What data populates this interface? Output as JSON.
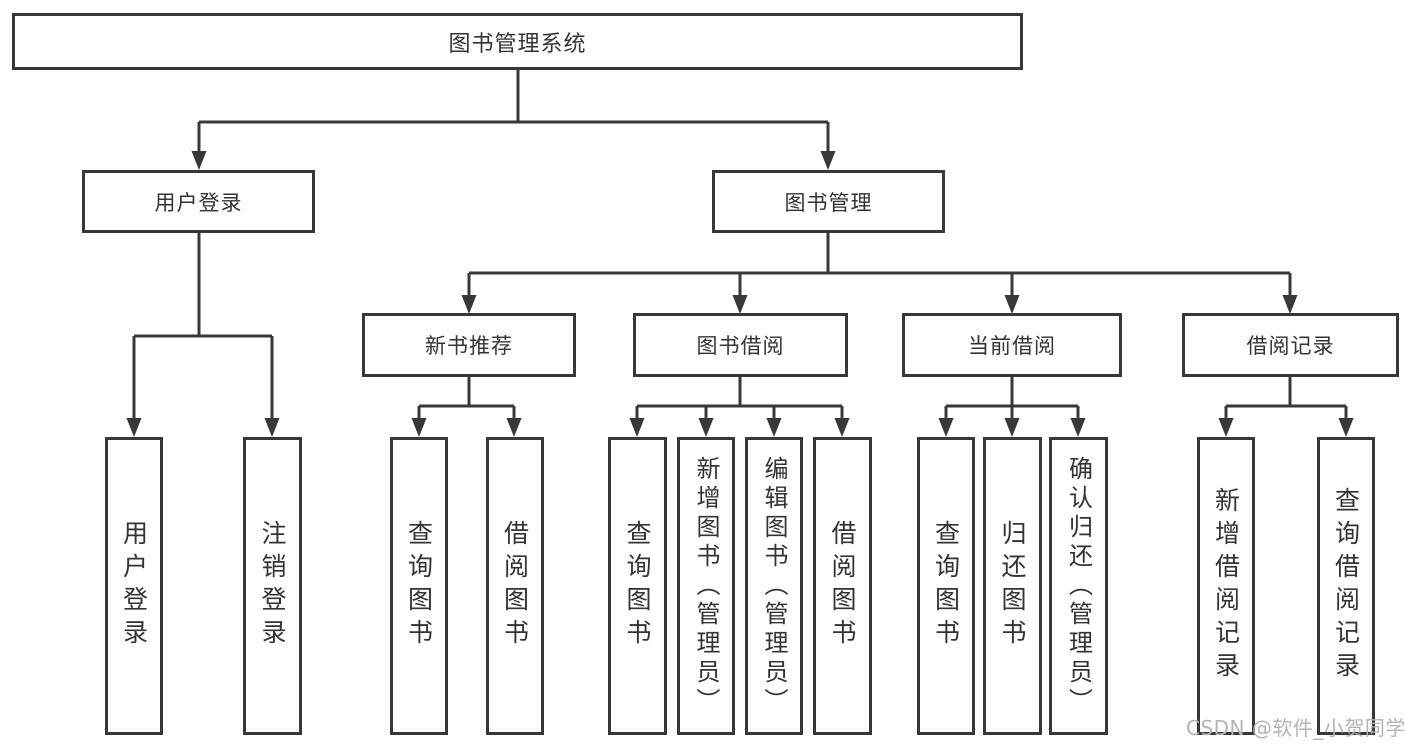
{
  "colors": {
    "background": "#ffffff",
    "line": "#383838",
    "text": "#333333",
    "watermark_text": "#b4b4b4"
  },
  "watermark": "CSDN @软件_小贺同学",
  "tree": {
    "root": "图书管理系统",
    "branches": [
      {
        "label": "用户登录",
        "children": [
          "用户登录",
          "注销登录"
        ]
      },
      {
        "label": "图书管理",
        "children": [
          {
            "label": "新书推荐",
            "children": [
              "查询图书",
              "借阅图书"
            ]
          },
          {
            "label": "图书借阅",
            "children": [
              "查询图书",
              "新增图书（管理员）",
              "编辑图书（管理员）",
              "借阅图书"
            ]
          },
          {
            "label": "当前借阅",
            "children": [
              "查询图书",
              "归还图书",
              "确认归还（管理员）"
            ]
          },
          {
            "label": "借阅记录",
            "children": [
              "新增借阅记录",
              "查询借阅记录"
            ]
          }
        ]
      }
    ]
  }
}
